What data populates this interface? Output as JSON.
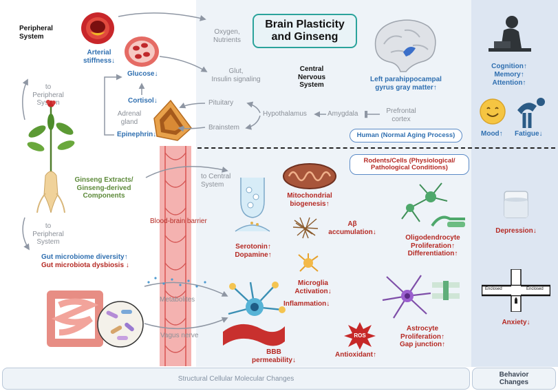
{
  "title": "Brain Plasticity\nand Ginseng",
  "sections": {
    "peripheral_system": "Peripheral\nSystem",
    "central_nervous_system": "Central\nNervous\nSystem",
    "human_label": "Human (Normal Aging Process)",
    "rodent_label": "Rodents/Cells (Physiological/\nPathological Conditions)",
    "footer_left": "Structural Cellular Molecular Changes",
    "footer_right": "Behavior\nChanges"
  },
  "peripheral": {
    "arterial_stiffness": "Arterial\nstiffness↓",
    "glucose": "Glucose↓",
    "cortisol": "Cortisol↓",
    "adrenal_gland": "Adrenal\ngland",
    "epinephrin": "Epinephrin↓",
    "to_peripheral_top": "to\nPeripheral\nSystem",
    "to_peripheral_bottom": "to\nPeripheral\nSystem",
    "gut_diversity": "Gut microbiome diversity↑",
    "gut_dysbiosis": "Gut microbiota dysbiosis ↓"
  },
  "cns_pathway": {
    "oxygen_nutrients": "Oxygen,\nNutrients",
    "glut_insulin": "Glut,\nInsulin signaling",
    "pituitary": "Pituitary",
    "hypothalamus": "Hypothalamus",
    "amygdala": "Amygdala",
    "prefrontal_cortex": "Prefrontal\ncortex",
    "brainstem": "Brainstem",
    "left_parahippocampal": "Left parahippocampal\ngyrus gray matter↑"
  },
  "middle": {
    "ginseng_extracts": "Ginseng Extracts/\nGinseng-derived\nComponents",
    "to_central": "to Central\nSystem",
    "bbb_label": "Blood-brain barrier",
    "metabolites": "Metabolites",
    "vagus_nerve": "Vagus nerve",
    "serotonin": "Serotonin↑",
    "dopamine": "Dopamine↑",
    "mitochondrial": "Mitochondrial\nbiogenesis↑",
    "abeta": "Aβ\naccumulation↓",
    "microglia": "Microglia\nActivation↓",
    "inflammation": "Inflammation↓",
    "bbb_permeability": "BBB\npermeability↓",
    "ros": "ROS",
    "antioxidant": "Antioxidant↑",
    "oligodendrocyte": "Oligodendrocyte\nProliferation↑\nDifferentiation↑",
    "astrocyte": "Astrocyte\nProliferation↑\nGap junction↑"
  },
  "behavior": {
    "cognition": "Cognition↑",
    "memory": "Memory↑",
    "attention": "Attention↑",
    "mood": "Mood↑",
    "fatigue": "Fatigue↓",
    "depression": "Depression↓",
    "anxiety": "Anxiety↓",
    "enclosed_left": "Enclosed",
    "enclosed_right": "Enclosed"
  },
  "colors": {
    "blue_text": "#2f6fb0",
    "red_text": "#b52a24",
    "green_text": "#5d8a3a",
    "gray_text": "#8a8f97",
    "cns_panel": "#eef3f8",
    "behavior_panel": "#dde6f2",
    "title_border": "#2aa39b",
    "bbb_vessel": "#f2a7a5"
  }
}
